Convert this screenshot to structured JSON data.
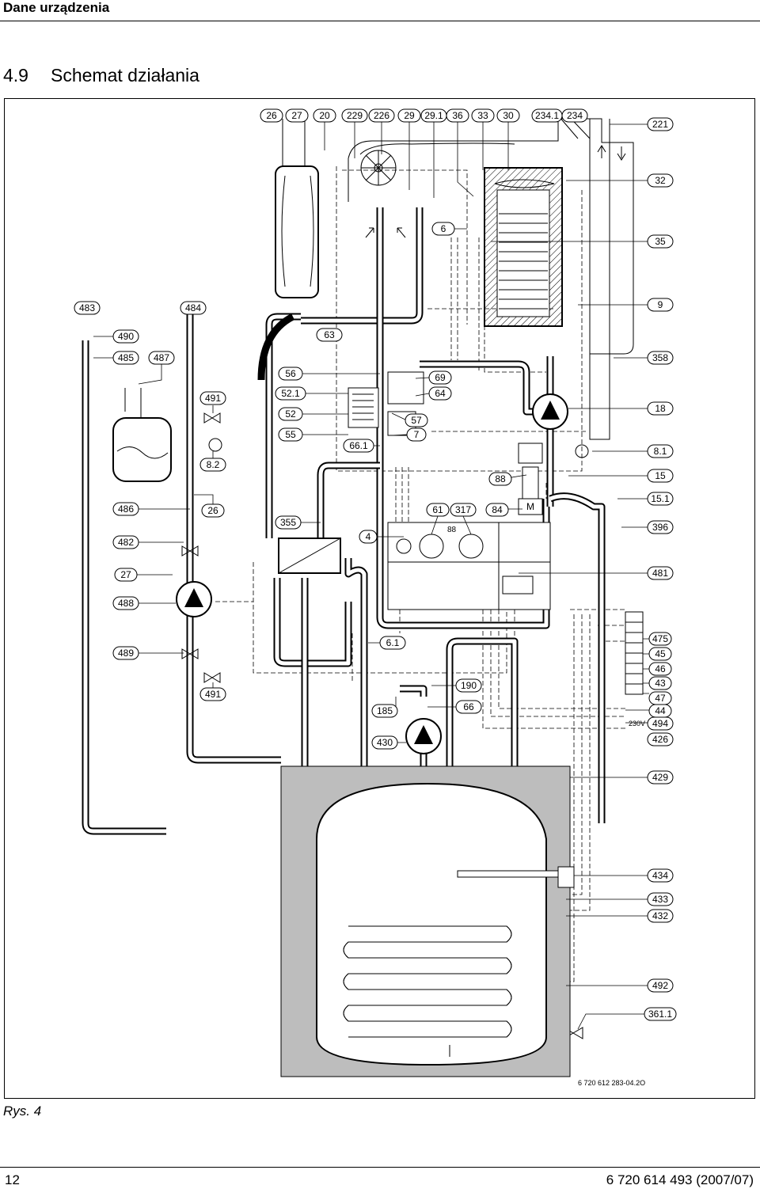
{
  "header": {
    "title": "Dane urządzenia"
  },
  "section": {
    "number": "4.9",
    "title": "Schemat działania"
  },
  "figure": {
    "caption": "Rys. 4",
    "drawing_number": "6 720 612 283-04.2O",
    "voltage_label": "230V",
    "motor_label": "M",
    "display_digits": "88",
    "labels_top": [
      "26",
      "27",
      "20",
      "229",
      "226",
      "29",
      "29.1",
      "36",
      "33",
      "30",
      "234.1",
      "234"
    ],
    "labels_right": [
      "221",
      "32",
      "35",
      "9",
      "358",
      "18",
      "8.1",
      "15",
      "15.1",
      "396",
      "481",
      "475",
      "45",
      "46",
      "43",
      "47",
      "44",
      "494",
      "426",
      "429",
      "434",
      "433",
      "432",
      "492",
      "361.1"
    ],
    "labels_left": [
      "483",
      "484",
      "490",
      "485",
      "487",
      "491",
      "8.2",
      "486",
      "26",
      "482",
      "27",
      "488",
      "489",
      "491"
    ],
    "labels_center": [
      "6",
      "63",
      "56",
      "52.1",
      "52",
      "55",
      "66.1",
      "69",
      "64",
      "57",
      "7",
      "355",
      "4",
      "61",
      "317",
      "84",
      "88",
      "6.1",
      "190",
      "185",
      "66",
      "430"
    ]
  },
  "footer": {
    "page": "12",
    "doc": "6 720 614 493 (2007/07)"
  },
  "colors": {
    "line": "#000000",
    "tank_shadow": "#bdbdbd",
    "background": "#ffffff"
  }
}
